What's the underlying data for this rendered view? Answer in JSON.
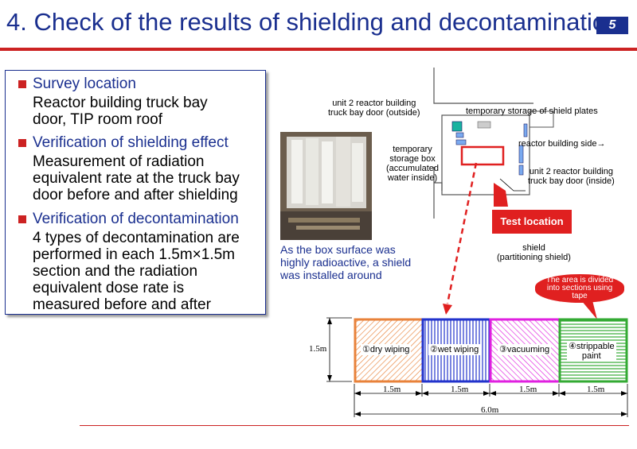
{
  "slide": {
    "title": "4. Check of the results of shielding and decontamination",
    "page_number": "5"
  },
  "bullets": [
    {
      "heading": "Survey location",
      "body": "Reactor building truck bay\ndoor, TIP room roof"
    },
    {
      "heading": "Verification of shielding effect",
      "body": "Measurement of radiation\nequivalent rate at the truck bay\ndoor before and after shielding"
    },
    {
      "heading": "Verification of decontamination",
      "body": "4 types of decontamination are\nperformed in each 1.5m×1.5m\nsection and the radiation\nequivalent dose rate is\nmeasured before and after"
    }
  ],
  "photo_caption": "As the box surface was\nhighly radioactive, a shield\nwas installed around",
  "map_labels": {
    "door_outside": "unit 2 reactor building\ntruck bay door (outside)",
    "temp_shield_plates": "temporary storage of shield plates",
    "temp_storage_box": "temporary\nstorage box\n(accumulated\nwater inside)",
    "reactor_side": "reactor building side→",
    "door_inside": "unit 2 reactor building\ntruck bay door (inside)",
    "test_location": "Test location",
    "shield": "shield\n(partitioning shield)"
  },
  "callout": "The area is divided\ninto sections using\ntape",
  "sections": [
    {
      "label": "①dry wiping",
      "color": "#e8823a"
    },
    {
      "label": "②wet wiping",
      "color": "#2233cc"
    },
    {
      "label": "③vacuuming",
      "color": "#e020e0"
    },
    {
      "label": "④strippable\npaint",
      "color": "#33aa33"
    }
  ],
  "dimensions": {
    "height": "1.5m",
    "widths": [
      "1.5m",
      "1.5m",
      "1.5m",
      "1.5m"
    ],
    "total": "6.0m"
  },
  "colors": {
    "title": "#1a2f8f",
    "accent_red": "#cc2222"
  }
}
